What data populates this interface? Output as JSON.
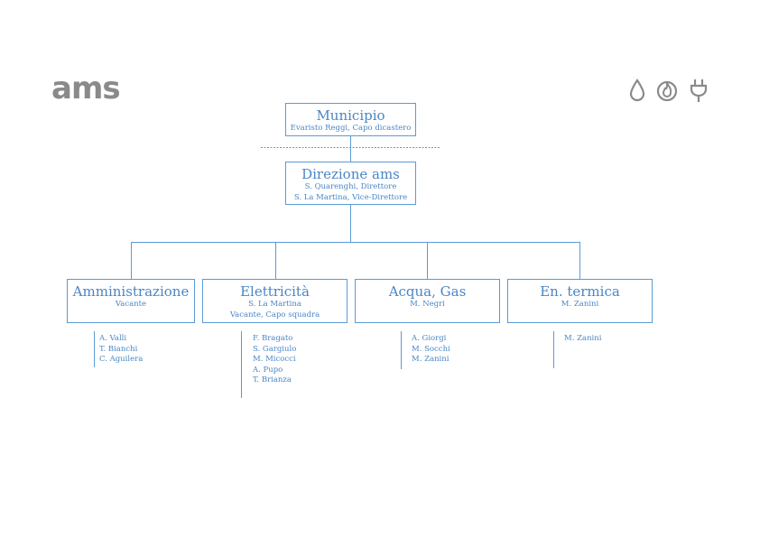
{
  "logo": "ams",
  "icons": [
    "water-drop-icon",
    "gas-flame-icon",
    "electric-plug-icon"
  ],
  "colors": {
    "line": "#5b9bd5",
    "text": "#4a86c5",
    "logo": "#8a8a8a"
  },
  "municipio": {
    "title": "Municipio",
    "sub": "Evaristo Reggi, Capo dicastero"
  },
  "direzione": {
    "title": "Direzione ams",
    "sub1": "S. Quarenghi, Direttore",
    "sub2": "S. La Martina, Vice-Direttore"
  },
  "departments": [
    {
      "title": "Amministrazione",
      "sub1": "Vacante",
      "sub2": "",
      "staff": [
        "A. Valli",
        "T. Bianchi",
        "C. Aguilera"
      ]
    },
    {
      "title": "Elettricità",
      "sub1": "S. La Martina",
      "sub2": "Vacante, Capo squadra",
      "staff": [
        "F. Bragato",
        "S. Gargiulo",
        "M. Micocci",
        "A. Pupo",
        "T. Brianza"
      ]
    },
    {
      "title": "Acqua, Gas",
      "sub1": "M. Negri",
      "sub2": "",
      "staff": [
        "A. Giorgi",
        "M. Socchi",
        "M. Zanini"
      ]
    },
    {
      "title": "En. termica",
      "sub1": "M. Zanini",
      "sub2": "",
      "staff": [
        "M. Zanini"
      ]
    }
  ]
}
